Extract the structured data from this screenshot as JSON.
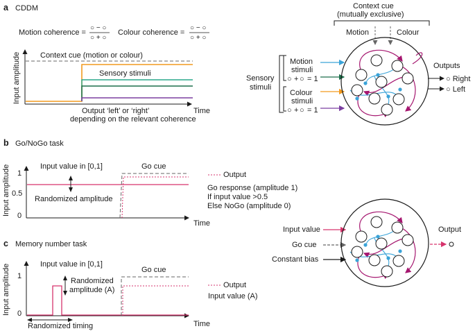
{
  "panel_a": {
    "letter": "a",
    "title": "CDDM",
    "motion_coherence": {
      "label": "Motion coherence =",
      "num": "○ − ○",
      "den": "○ + ○"
    },
    "colour_coherence": {
      "label": "Colour coherence =",
      "num": "○ − ○",
      "den": "○ + ○"
    },
    "context_line": "Context cue (motion or colour)",
    "sensory_label": "Sensory stimuli",
    "y_axis": "Input amplitude",
    "x_axis": "Time",
    "output_note_1": "Output ‘left’ or ‘right’",
    "output_note_2": "depending on the relevant coherence",
    "network": {
      "context_title_1": "Context cue",
      "context_title_2": "(mutually exclusive)",
      "motion_in": "Motion",
      "colour_in": "Colour",
      "sensory_1": "Sensory",
      "sensory_2": "stimuli",
      "motion_stim_1": "Motion",
      "motion_stim_2": "stimuli",
      "colour_stim_1": "Colour",
      "colour_stim_2": "stimuli",
      "sum_eq": "= 1",
      "plus": "+",
      "outputs": "Outputs",
      "right": "○ Right",
      "left": "○ Left"
    },
    "colors": {
      "orange": "#f29a1e",
      "teal": "#2aa88c",
      "green": "#1c6e4a",
      "purple": "#7b3fa0",
      "blue": "#3aa3d8",
      "magenta": "#a5166f"
    }
  },
  "panel_b": {
    "letter": "b",
    "title": "Go/NoGo task",
    "input_value": "Input value in [0,1]",
    "randomized": "Randomized amplitude",
    "go_cue": "Go cue",
    "y_axis": "Input amplitude",
    "x_axis": "Time",
    "tick_1": "1",
    "tick_05": "0.5",
    "tick_0": "0",
    "legend_output": "Output",
    "desc_1": "Go response (amplitude 1)",
    "desc_2": "If input value >0.5",
    "desc_3": "Else NoGo (amplitude 0)"
  },
  "panel_c": {
    "letter": "c",
    "title": "Memory number task",
    "input_value": "Input value in [0,1]",
    "randomized_1": "Randomized",
    "randomized_2": "amplitude (A)",
    "go_cue": "Go cue",
    "y_axis": "Input amplitude",
    "x_axis": "Time",
    "tick_1": "1",
    "tick_0": "0",
    "legend_output": "Output",
    "legend_input": "Input value (A)",
    "timing": "Randomized timing"
  },
  "network_2": {
    "input_value": "Input value",
    "go_cue": "Go cue",
    "constant_bias": "Constant bias",
    "output": "Output"
  }
}
